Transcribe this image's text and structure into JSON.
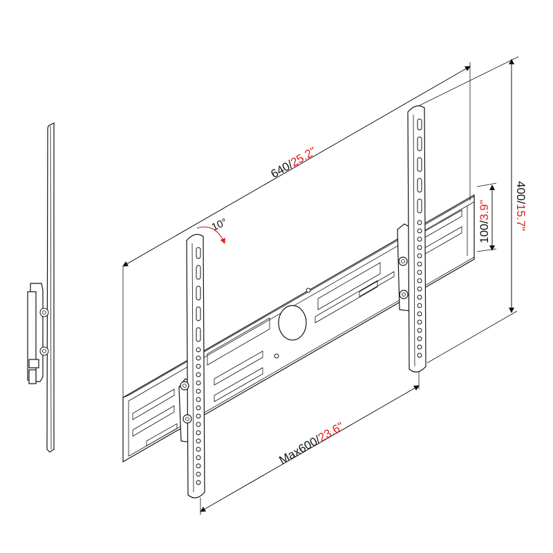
{
  "colors": {
    "line": "#111111",
    "metric": "#111111",
    "imperial": "#e21c1c",
    "background": "#ffffff"
  },
  "dimensions": {
    "width": {
      "metric": "640/",
      "imperial": "25.2\""
    },
    "height": {
      "metric": "400/",
      "imperial": "15.7\""
    },
    "spacing": {
      "metric": "100/",
      "imperial": "3.9\""
    },
    "max_vesa": {
      "metric": "Max600/",
      "imperial": "23.6\""
    },
    "tilt": "10°"
  }
}
